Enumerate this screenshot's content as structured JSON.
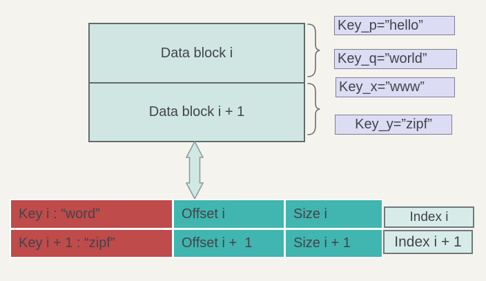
{
  "colors": {
    "background": "#f5f3ee",
    "block_fill": "#cfe6e2",
    "block_border": "#5f6a6a",
    "key_fill": "#dcdcf4",
    "key_border": "#7d7d90",
    "red_fill": "#bf4b4b",
    "teal_fill": "#41b5af",
    "index_fill": "#d7ece8",
    "index_border": "#6e7878",
    "table_gap": "#ffffff",
    "arrow_fill": "#cfe8e4",
    "arrow_stroke": "#8a9898",
    "brace_stroke": "#6b6b6b",
    "text": "#43434b"
  },
  "blocks": [
    {
      "label": "Data block i"
    },
    {
      "label": "Data block i + 1"
    }
  ],
  "keys": [
    {
      "label": "Key_p=”hello”"
    },
    {
      "label": "Key_q=”world”"
    },
    {
      "label": "Key_x=”www”"
    },
    {
      "label": "Key_y=”zipf”"
    }
  ],
  "table": {
    "rows": [
      {
        "key": "Key i : “word”",
        "offset": "Offset i",
        "size": "Size i",
        "index": "Index i"
      },
      {
        "key": "Key i + 1 : “zipf”",
        "offset": "Offset i +  1",
        "size": "Size i + 1",
        "index": "Index i + 1"
      }
    ]
  },
  "icons": {
    "double_arrow": "⇕ double-vertical-arrow",
    "brace_top": "} curly-brace",
    "brace_bottom": "} curly-brace"
  }
}
